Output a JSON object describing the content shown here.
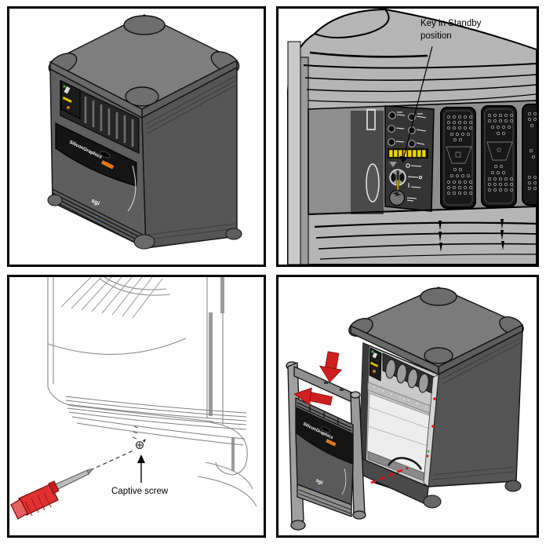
{
  "callouts": {
    "key_standby_line1": "Key in Standby",
    "key_standby_line2": "position",
    "captive_screw": "Captive screw"
  },
  "branding": {
    "wordmark": "SiliconGraphics",
    "logo": "sgi"
  },
  "control_panel": {
    "led_segments": 8,
    "indicator_rows": 3,
    "indicator_cols": 2
  },
  "colors": {
    "arrow_red": "#cf1f1f",
    "dashed_red": "#dd1111",
    "led_yellow": "#f2d500",
    "key_yellow": "#c79a00",
    "screwdriver_red": "#e03030",
    "accent_orange": "#e07818",
    "chassis_dark": "#5e5e5e",
    "chassis_top": "#7d7d7d",
    "closeup_light": "#b5b5b5",
    "panel_black": "#161616"
  },
  "icons": {
    "keyswitch": "key-switch-icon",
    "power_button": "power-button-icon",
    "captive_screw": "phillips-screw-icon",
    "screwdriver": "screwdriver-icon",
    "down_arrow": "thick-down-arrow",
    "out_arrow": "thick-left-arrow"
  }
}
